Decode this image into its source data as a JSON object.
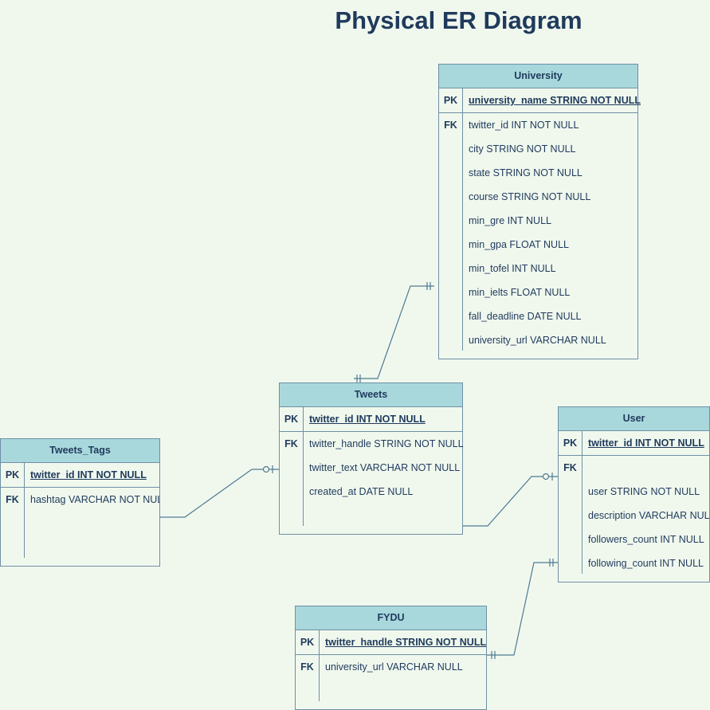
{
  "title": "Physical ER Diagram",
  "tables": {
    "university": {
      "name": "University",
      "pk_label": "PK",
      "fk_label": "FK",
      "pk_field": "university_name STRING NOT NULL",
      "fields": [
        "twitter_id INT NOT NULL",
        "city STRING NOT NULL",
        "state STRING NOT NULL",
        "course STRING NOT NULL",
        "min_gre INT NULL",
        "min_gpa FLOAT NULL",
        "min_tofel INT NULL",
        "min_ielts FLOAT NULL",
        "fall_deadline DATE NULL",
        "university_url VARCHAR NULL"
      ]
    },
    "tweets": {
      "name": "Tweets",
      "pk_label": "PK",
      "fk_label": "FK",
      "pk_field": "twitter_id INT NOT NULL",
      "fields": [
        "twitter_handle STRING NOT NULL",
        "twitter_text VARCHAR NOT NULL",
        "created_at DATE NULL"
      ]
    },
    "tweets_tags": {
      "name": "Tweets_Tags",
      "pk_label": "PK",
      "fk_label": "FK",
      "pk_field": "twitter_id INT NOT NULL",
      "fields": [
        "hashtag VARCHAR NOT NULL"
      ]
    },
    "user": {
      "name": "User",
      "pk_label": "PK",
      "fk_label": "FK",
      "pk_field": "twitter_id INT NOT NULL",
      "fields": [
        "",
        "user STRING NOT NULL",
        "description VARCHAR NULL",
        "followers_count INT NULL",
        "following_count INT NULL"
      ]
    },
    "fydu": {
      "name": "FYDU",
      "pk_label": "PK",
      "fk_label": "FK",
      "pk_field": "twitter_handle STRING NOT NULL",
      "fields": [
        "university_url VARCHAR NULL"
      ]
    }
  }
}
